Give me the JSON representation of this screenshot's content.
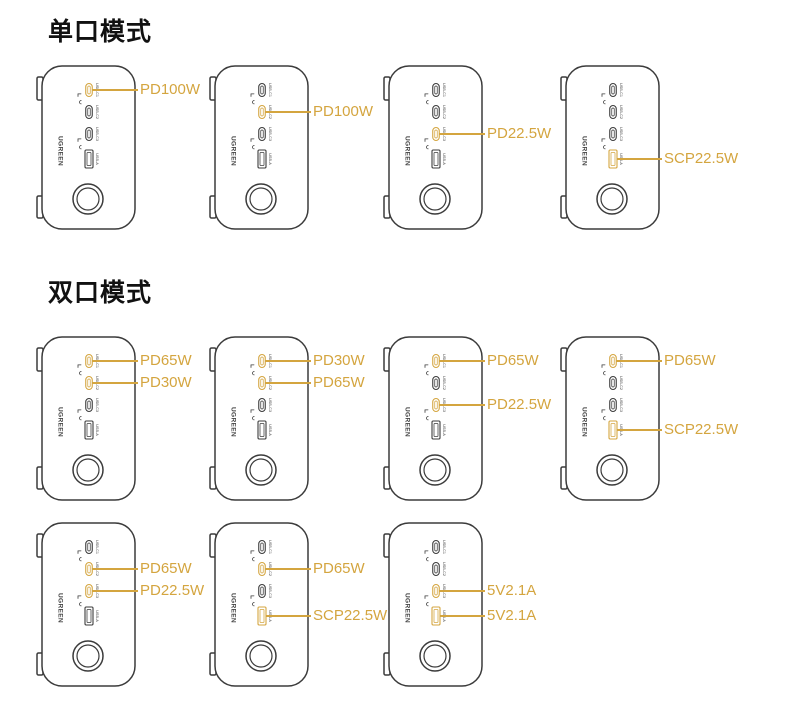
{
  "sections": [
    {
      "title": "单口模式",
      "chargers": [
        {
          "outputs": [
            {
              "port": "USB-C1",
              "power": "PD100W"
            }
          ]
        },
        {
          "outputs": [
            {
              "port": "USB-C2",
              "power": "PD100W"
            }
          ]
        },
        {
          "outputs": [
            {
              "port": "USB-C3",
              "power": "PD22.5W"
            }
          ]
        },
        {
          "outputs": [
            {
              "port": "USB-A",
              "power": "SCP22.5W"
            }
          ]
        }
      ]
    },
    {
      "title": "双口模式",
      "chargers": [
        {
          "outputs": [
            {
              "port": "USB-C1",
              "power": "PD65W"
            },
            {
              "port": "USB-C2",
              "power": "PD30W"
            }
          ]
        },
        {
          "outputs": [
            {
              "port": "USB-C1",
              "power": "PD30W"
            },
            {
              "port": "USB-C2",
              "power": "PD65W"
            }
          ]
        },
        {
          "outputs": [
            {
              "port": "USB-C1",
              "power": "PD65W"
            },
            {
              "port": "USB-C3",
              "power": "PD22.5W"
            }
          ]
        },
        {
          "outputs": [
            {
              "port": "USB-C1",
              "power": "PD65W"
            },
            {
              "port": "USB-A",
              "power": "SCP22.5W"
            }
          ]
        },
        {
          "outputs": [
            {
              "port": "USB-C2",
              "power": "PD65W"
            },
            {
              "port": "USB-C3",
              "power": "PD22.5W"
            }
          ]
        },
        {
          "outputs": [
            {
              "port": "USB-C2",
              "power": "PD65W"
            },
            {
              "port": "USB-A",
              "power": "SCP22.5W"
            }
          ]
        },
        {
          "outputs": [
            {
              "port": "USB-C3",
              "power": "5V2.1A"
            },
            {
              "port": "USB-A",
              "power": "5V2.1A"
            }
          ]
        }
      ]
    }
  ],
  "charger": {
    "brand": "UGREEN",
    "ports": [
      "USB-C1",
      "USB-C2",
      "USB-C3",
      "USB-A"
    ]
  },
  "colors": {
    "accent": "#d4a53f",
    "outline": "#3b3b3b",
    "title": "#111111"
  }
}
